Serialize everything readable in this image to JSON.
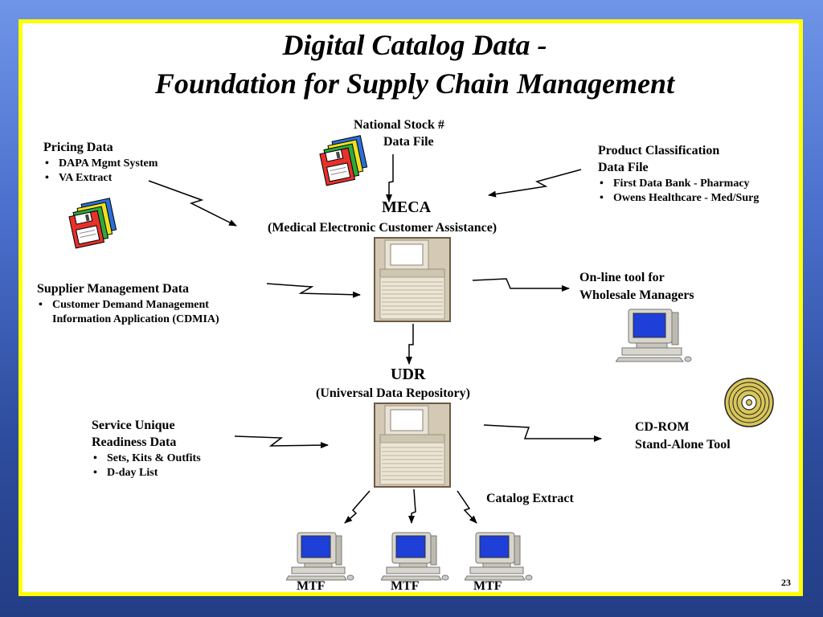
{
  "slide": {
    "title_line1": "Digital Catalog Data -",
    "title_line2": "Foundation for Supply Chain Management",
    "page_number": "23"
  },
  "sources": {
    "nsn": {
      "line1": "National Stock #",
      "line2": "Data File"
    },
    "pricing": {
      "title": "Pricing Data",
      "items": [
        "DAPA Mgmt System",
        "VA Extract"
      ]
    },
    "product_classification": {
      "line1": "Product Classification",
      "line2": "Data File",
      "items": [
        "First Data Bank - Pharmacy",
        "Owens Healthcare - Med/Surg"
      ]
    },
    "supplier": {
      "title": "Supplier Management Data",
      "item_line1": "Customer Demand Management",
      "item_line2": "Information Application (CDMIA)"
    },
    "service": {
      "line1": "Service Unique",
      "line2": "Readiness Data",
      "items": [
        "Sets, Kits & Outfits",
        "D-day List"
      ]
    }
  },
  "nodes": {
    "meca": {
      "title": "MECA",
      "subtitle": "(Medical Electronic Customer Assistance)"
    },
    "udr": {
      "title": "UDR",
      "subtitle": "(Universal Data Repository)"
    }
  },
  "outputs": {
    "online_tool": {
      "line1": "On-line tool for",
      "line2": "Wholesale Managers"
    },
    "cdrom": {
      "line1": "CD-ROM",
      "line2": "Stand-Alone Tool"
    },
    "catalog_extract": "Catalog Extract",
    "mtf_labels": [
      "MTF",
      "MTF",
      "MTF"
    ]
  },
  "icons": {
    "diskettes": "floppy-disk-stack-icon",
    "server": "server-tower-icon",
    "workstation": "desktop-computer-icon",
    "cd": "cd-rom-disc-icon"
  },
  "colors": {
    "background_top": "#6f95e8",
    "background_bottom": "#243e86",
    "frame": "#ffff00",
    "monitor_screen": "#1e3fd8",
    "disk_red": "#e8302a",
    "disk_green": "#2eaa3a",
    "disk_blue": "#2a6fd8",
    "disk_yellow": "#f0e020",
    "cd_gold": "#d8c65a",
    "server_beige": "#e4dccb"
  }
}
